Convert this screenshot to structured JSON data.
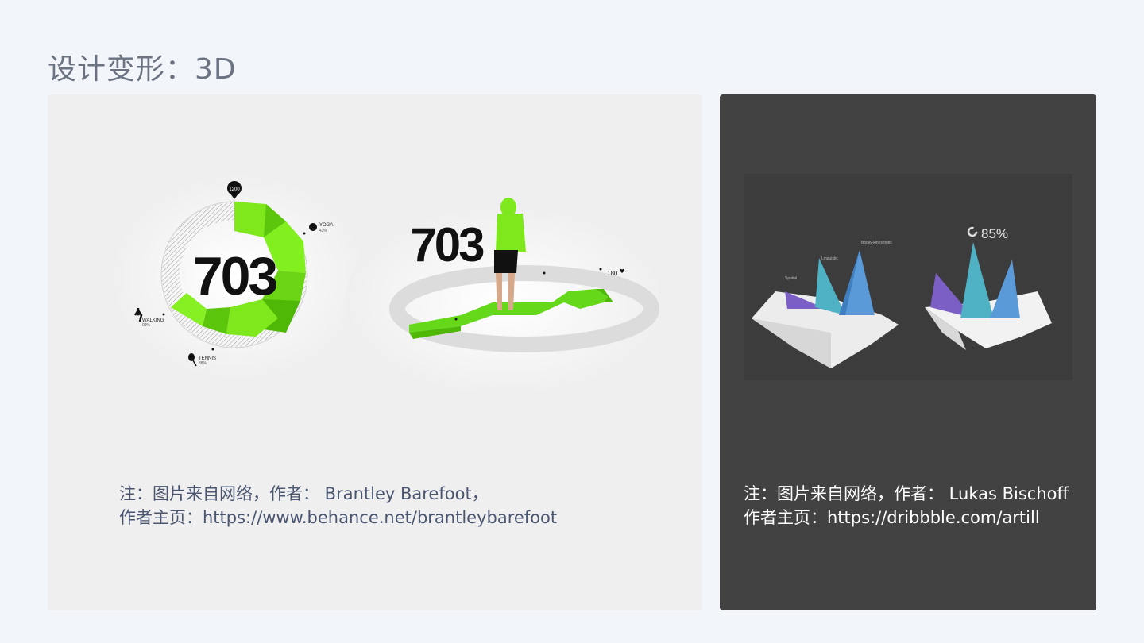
{
  "slide": {
    "title": "设计变形：3D"
  },
  "left_card": {
    "ring": {
      "center_value": "703",
      "top_badge": "1200",
      "yoga_label": "YOGA",
      "yoga_value": "43%",
      "walking_label": "WALKING",
      "walking_value": "09%",
      "tennis_label": "TENNIS",
      "tennis_value": "38%",
      "accent_color": "#7ee81c"
    },
    "path_graphic": {
      "value": "703",
      "right_label": "180"
    },
    "note_line1": "注：图片来自网络，作者： Brantley Barefoot，",
    "note_line2": "作者主页：https://www.behance.net/brantleybarefoot"
  },
  "right_card": {
    "radar": {
      "percent": "85%",
      "label_spatial": "Spatial",
      "label_linguistic": "Linguistic",
      "label_bodily": "Bodily-kinesthetic"
    },
    "note_line1": "注：图片来自网络，作者： Lukas Bischoff",
    "note_line2": "作者主页：https://dribbble.com/artill"
  }
}
